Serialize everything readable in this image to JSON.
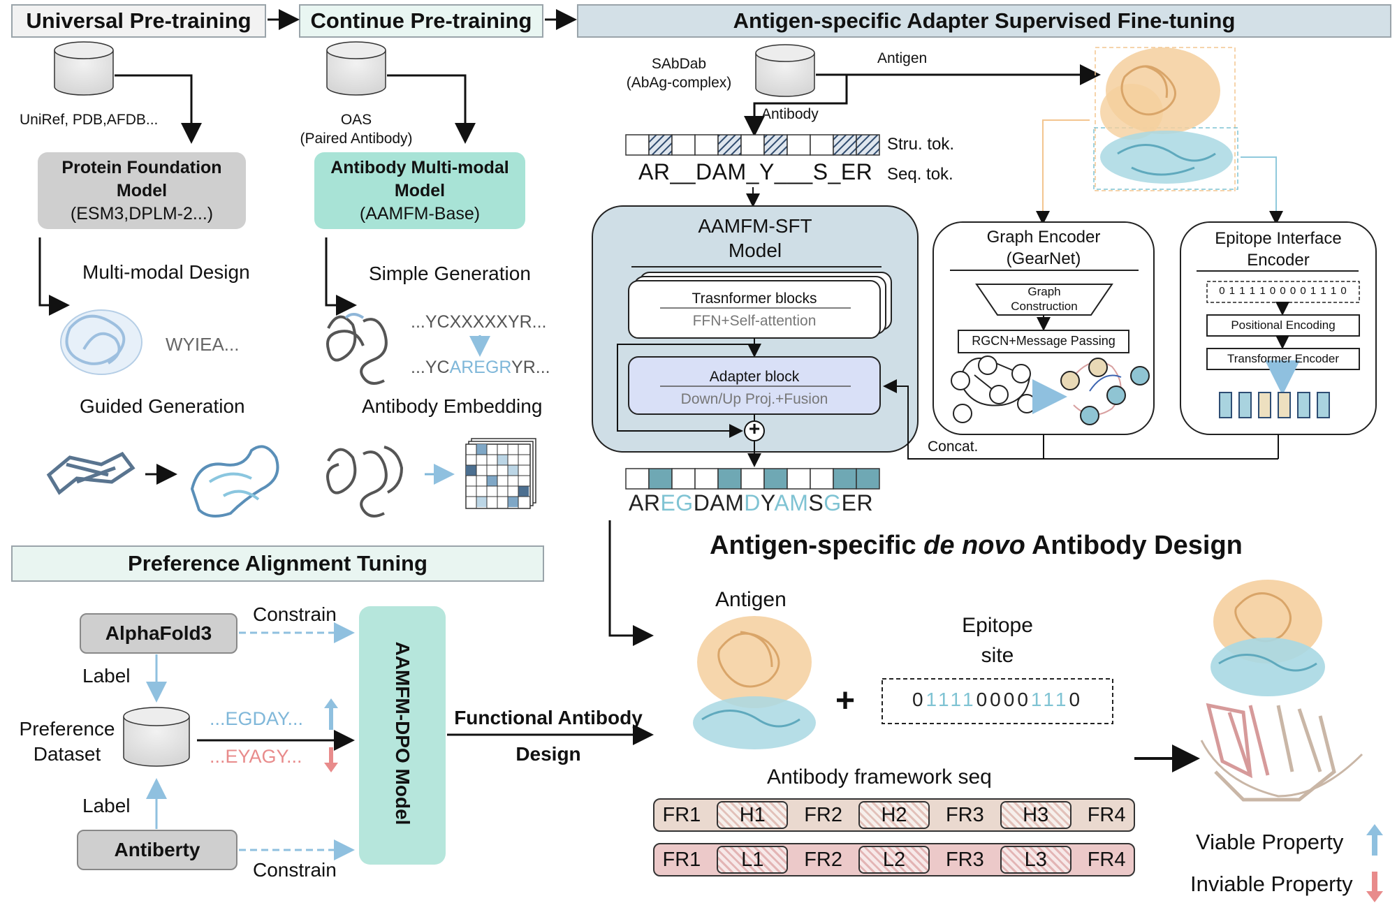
{
  "headers": {
    "universal": "Universal Pre-training",
    "continue": "Continue Pre-training",
    "antigen_sft": "Antigen-specific Adapter Supervised Fine-tuning",
    "preference": "Preference Alignment Tuning"
  },
  "universal": {
    "db_label": "UniRef, PDB,AFDB...",
    "model_line1": "Protein Foundation",
    "model_line2": "Model",
    "model_line3": "(ESM3,DPLM-2...)",
    "task1": "Multi-modal Design",
    "seq1": "WYIEA...",
    "task2": "Guided Generation"
  },
  "continue": {
    "db_line1": "OAS",
    "db_line2": "(Paired Antibody)",
    "model_line1": "Antibody Multi-modal",
    "model_line2": "Model",
    "model_line3": "(AAMFM-Base)",
    "task1": "Simple Generation",
    "seq_top": "...YCXXXXXYR...",
    "seq_bot_a": "...YC",
    "seq_bot_b": "AREGR",
    "seq_bot_c": "YR...",
    "task2": "Antibody Embedding"
  },
  "sft": {
    "db_line1": "SAbDab",
    "db_line2": "(AbAg-complex)",
    "antigen_label": "Antigen",
    "antibody_label": "Antibody",
    "stru_tok": "Stru. tok.",
    "seq_tok": "Seq. tok.",
    "masked_seq": "AR__DAM_Y___S_ER",
    "model_line1": "AAMFM-SFT",
    "model_line2": "Model",
    "transformer_title": "Trasnformer blocks",
    "transformer_sub": "FFN+Self-attention",
    "adapter_title": "Adapter block",
    "adapter_sub": "Down/Up Proj.+Fusion",
    "plus": "+",
    "out_seq": [
      {
        "t": "AR",
        "c": "#222"
      },
      {
        "t": "EG",
        "c": "#7fc3d3"
      },
      {
        "t": "DAM",
        "c": "#222"
      },
      {
        "t": "D",
        "c": "#7fc3d3"
      },
      {
        "t": "Y",
        "c": "#222"
      },
      {
        "t": "AM",
        "c": "#7fc3d3"
      },
      {
        "t": "S",
        "c": "#222"
      },
      {
        "t": "G",
        "c": "#7fc3d3"
      },
      {
        "t": "ER",
        "c": "#222"
      }
    ],
    "graph_line1": "Graph Encoder",
    "graph_line2": "(GearNet)",
    "graph_construction_1": "Graph",
    "graph_construction_2": "Construction",
    "rgcn": "RGCN+Message Passing",
    "epitope_line1": "Epitope Interface",
    "epitope_line2": "Encoder",
    "epitope_bits": "0 1 1 1 1 0 0 0 0 1 1 1 0",
    "positional": "Positional Encoding",
    "transformer_encoder": "Transformer Encoder",
    "concat": "Concat."
  },
  "design": {
    "title_a": "Antigen-specific ",
    "title_b": "de novo",
    "title_c": " Antibody Design",
    "antigen": "Antigen",
    "epitope_line1": "Epitope",
    "epitope_line2": "site",
    "plus": "+",
    "epitope_bits": [
      {
        "t": "0",
        "c": "#222"
      },
      {
        "t": "1",
        "c": "#7fc3d3"
      },
      {
        "t": "1",
        "c": "#7fc3d3"
      },
      {
        "t": "1",
        "c": "#7fc3d3"
      },
      {
        "t": "1",
        "c": "#7fc3d3"
      },
      {
        "t": "0",
        "c": "#222"
      },
      {
        "t": "0",
        "c": "#222"
      },
      {
        "t": "0",
        "c": "#222"
      },
      {
        "t": "0",
        "c": "#222"
      },
      {
        "t": "1",
        "c": "#7fc3d3"
      },
      {
        "t": "1",
        "c": "#7fc3d3"
      },
      {
        "t": "1",
        "c": "#7fc3d3"
      },
      {
        "t": "0",
        "c": "#222"
      }
    ],
    "framework_label": "Antibody framework seq",
    "heavy": [
      "FR1",
      "H1",
      "FR2",
      "H2",
      "FR3",
      "H3",
      "FR4"
    ],
    "light": [
      "FR1",
      "L1",
      "FR2",
      "L2",
      "FR3",
      "L3",
      "FR4"
    ],
    "viable": "Viable Property",
    "inviable": "Inviable Property"
  },
  "preference": {
    "alphafold": "AlphaFold3",
    "antiberty": "Antiberty",
    "constrain_top": "Constrain",
    "constrain_bot": "Constrain",
    "label_top": "Label",
    "label_bot": "Label",
    "dataset_line1": "Preference",
    "dataset_line2": "Dataset",
    "seq_good": "...EGDAY...",
    "seq_bad": "...EYAGY...",
    "dpo_model": "AAMFM-DPO Model",
    "functional_line1": "Functional Antibody",
    "functional_line2": "Design"
  },
  "colors": {
    "teal_fill": "#a8e3d6",
    "gray_fill": "#cfcfcf",
    "sft_panel": "#cfdee6",
    "adapter": "#d9e0f7",
    "antigen_orange": "#f5cf9e",
    "epitope_blue": "#a9d8e3",
    "heavy_row": "#ead9cf",
    "light_row": "#ecc9c9",
    "good_blue": "#7fb7d9",
    "bad_pink": "#e88b8b"
  }
}
